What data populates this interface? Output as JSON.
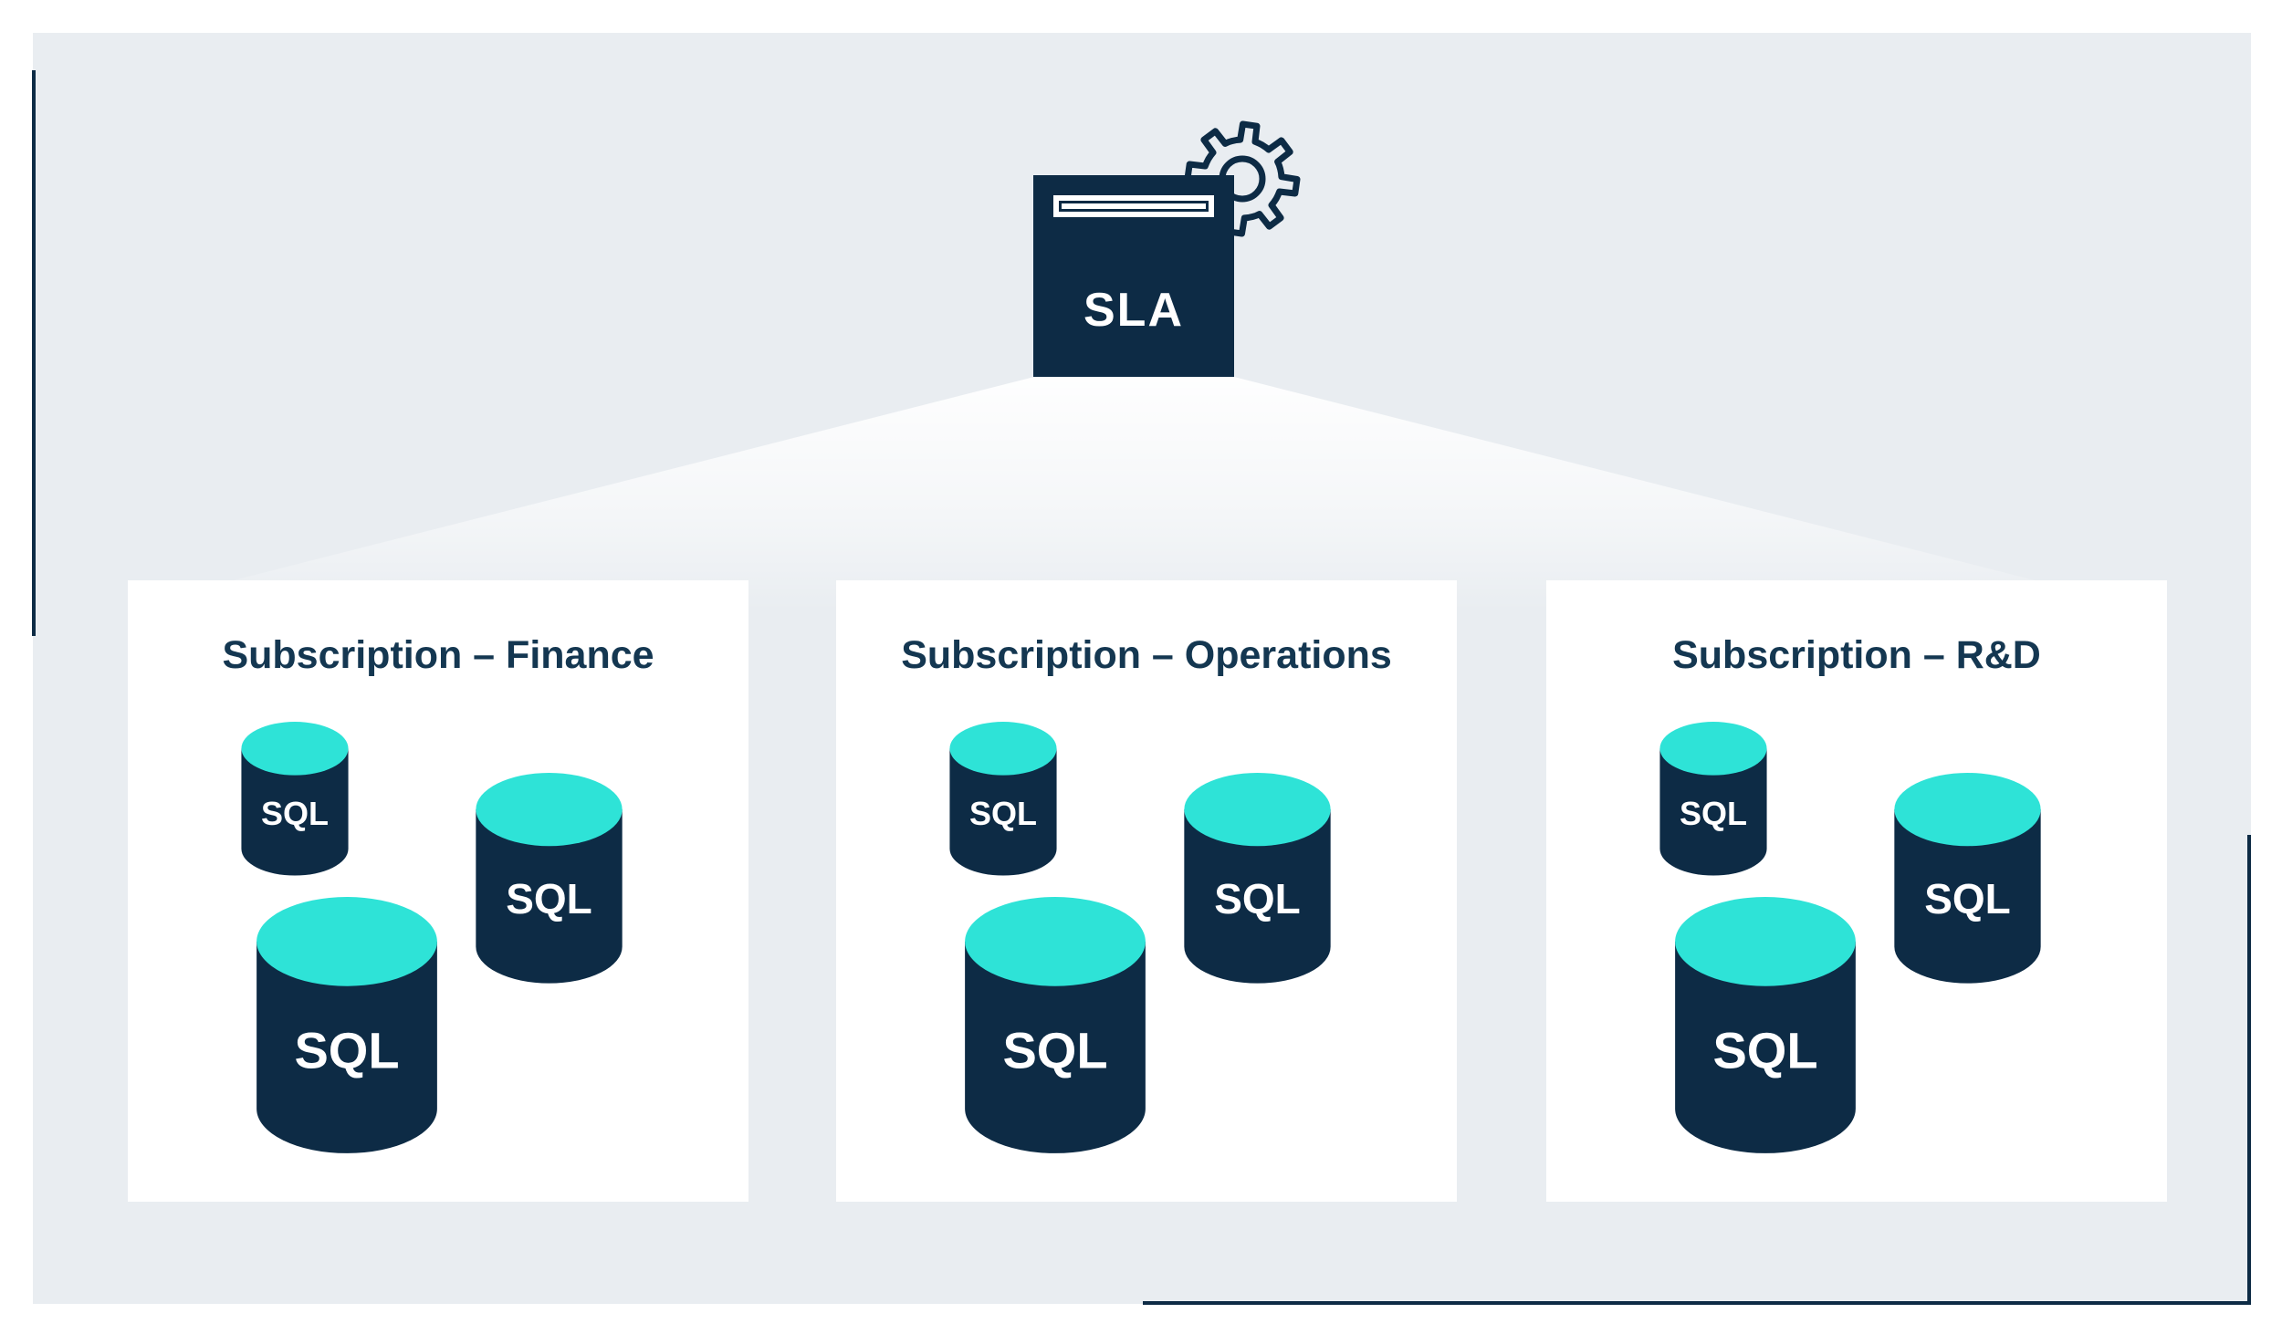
{
  "colors": {
    "navy": "#0d2b45",
    "teal": "#2ee3d7",
    "title": "#143751",
    "panel_bg": "#e9edf1",
    "beam_light": "#ffffff",
    "card_bg": "#ffffff",
    "label_text": "#ffffff"
  },
  "sla": {
    "label": "SLA",
    "icons": [
      "document-icon",
      "gear-icon"
    ]
  },
  "cards": [
    {
      "id": "finance",
      "title": "Subscription – Finance",
      "databases": [
        "SQL",
        "SQL",
        "SQL"
      ]
    },
    {
      "id": "operations",
      "title": "Subscription – Operations",
      "databases": [
        "SQL",
        "SQL",
        "SQL"
      ]
    },
    {
      "id": "rd",
      "title": "Subscription – R&D",
      "databases": [
        "SQL",
        "SQL",
        "SQL"
      ]
    }
  ]
}
